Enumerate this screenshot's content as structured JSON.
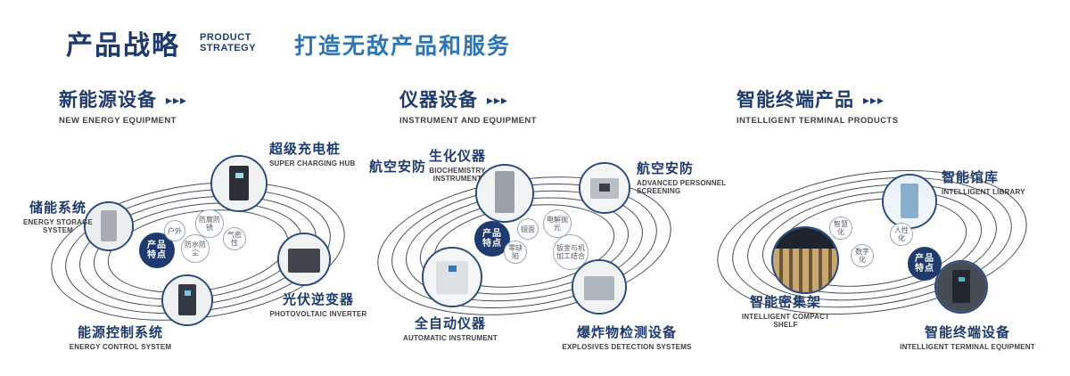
{
  "header": {
    "title_cn": "产品战略",
    "title_en_line1": "PRODUCT",
    "title_en_line2": "STRATEGY",
    "subtitle": "打造无敌产品和服务",
    "arrows": "▸▸▸"
  },
  "colors": {
    "navy": "#1e3a6e",
    "blue": "#2e75b6",
    "orbit_line": "#454c58"
  },
  "center_chip": {
    "line1": "产品",
    "line2": "特点"
  },
  "sections": [
    {
      "title_cn": "新能源设备",
      "title_en": "NEW ENERGY EQUIPMENT",
      "products": [
        {
          "cn": "储能系统",
          "en": "ENERGY STORAGE SYSTEM"
        },
        {
          "cn": "超级充电桩",
          "en": "SUPER CHARGING HUB"
        },
        {
          "cn": "光伏逆变器",
          "en": "PHOTOVOLTAIC INVERTER"
        },
        {
          "cn": "能源控制系统",
          "en": "ENERGY CONTROL SYSTEM"
        }
      ],
      "features": [
        "户外",
        "防腐防锈",
        "气密性",
        "防水防尘"
      ]
    },
    {
      "title_cn": "仪器设备",
      "title_en": "INSTRUMENT AND EQUIPMENT",
      "extra_label": "航空安防",
      "products": [
        {
          "cn": "生化仪器",
          "en": "BIOCHEMISTRY INSTRUMENT"
        },
        {
          "cn": "航空安防",
          "en": "ADVANCED PERSONNEL SCREENING"
        },
        {
          "cn": "全自动仪器",
          "en": "AUTOMATIC INSTRUMENT"
        },
        {
          "cn": "爆炸物检测设备",
          "en": "EXPLOSIVES DETECTION SYSTEMS"
        }
      ],
      "features": [
        "镜面",
        "电解抛光",
        "零缺陷",
        "钣金与机加工结合"
      ]
    },
    {
      "title_cn": "智能终端产品",
      "title_en": "INTELLIGENT TERMINAL PRODUCTS",
      "products": [
        {
          "cn": "智能馆库",
          "en": "INTELLIGENT LIBRARY"
        },
        {
          "cn": "智能密集架",
          "en": "INTELLIGENT COMPACT SHELF"
        },
        {
          "cn": "智能终端设备",
          "en": "INTELLIGENT TERMINAL EQUIPMENT"
        }
      ],
      "features": [
        "智慧化",
        "人性化",
        "数字化"
      ]
    }
  ]
}
